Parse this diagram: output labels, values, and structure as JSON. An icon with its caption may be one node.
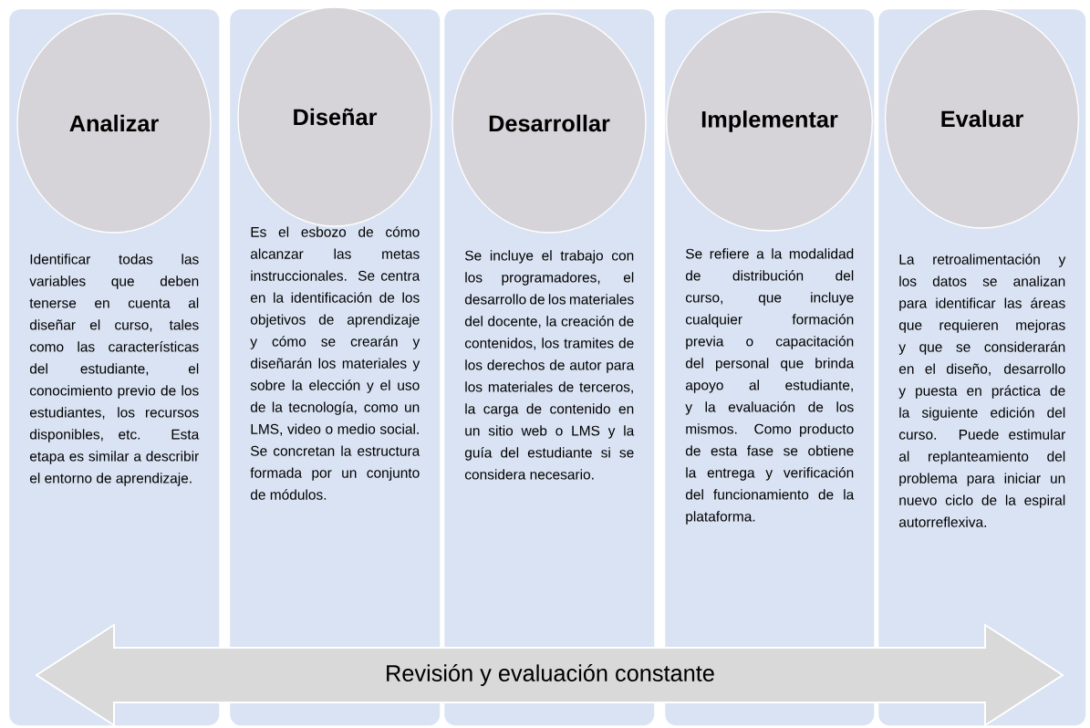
{
  "diagram": {
    "nodes": [
      {
        "text": [
          "Identificar todas las variables que deben tenerse en cuenta al diseñar el curso, tales como las características del estudiante, el conocimiento previo de los estudiantes, los recursos disponibles, etc. Esta etapa es similar a describir el entorno de aprendizaje."
        ]
      },
      {
        "text": [
          "Analizar"
        ],
        "in": 0
      },
      {
        "text": [
          "Es el esbozo de cómo alcanzar las metas instruccionales. Se centra en la identificación de los objetivos de aprendizaje y cómo se crearán y diseñarán los materiales y sobre la elección y el uso de la tecnología, como un LMS, video o medio social. Se concretan la estructura formada por un conjunto de módulos."
        ]
      },
      {
        "text": [
          "Diseñar"
        ],
        "in": 2
      },
      {
        "text": [
          "Se incluye el trabajo con los programadores, el desarrollo de los materiales del docente, la creación de contenidos, los tramites de los derechos de autor para los materiales de terceros, la carga de contenido en un sitio web o LMS y la guía del estudiante si se considera necesario."
        ]
      },
      {
        "text": [
          "Desarrollar"
        ],
        "in": 4
      },
      {
        "text": [
          "Se refiere a la modalidad de distribución del curso, que incluye cualquier formación previa o capacitación del personal que brinda apoyo al estudiante, y la evaluación de los mismos. Como producto de esta fase se obtiene la entrega y verificación del funcionamiento de la plataforma."
        ]
      },
      {
        "text": [
          "Implementar"
        ],
        "in": 6
      },
      {
        "text": [
          "La retroalimentación y los datos se analizan para identificar las áreas que requieren mejoras y que se considerarán en el diseño, desarrollo y puesta en práctica de la siguiente edición del curso. Puede estimular al replanteamiento del problema para iniciar un nuevo ciclo de la espiral autorreflexiva."
        ]
      },
      {
        "text": [
          "Evaluar"
        ],
        "in": 8
      },
      {
        "text": [
          "Revisión y evaluación constante"
        ]
      }
    ]
  }
}
